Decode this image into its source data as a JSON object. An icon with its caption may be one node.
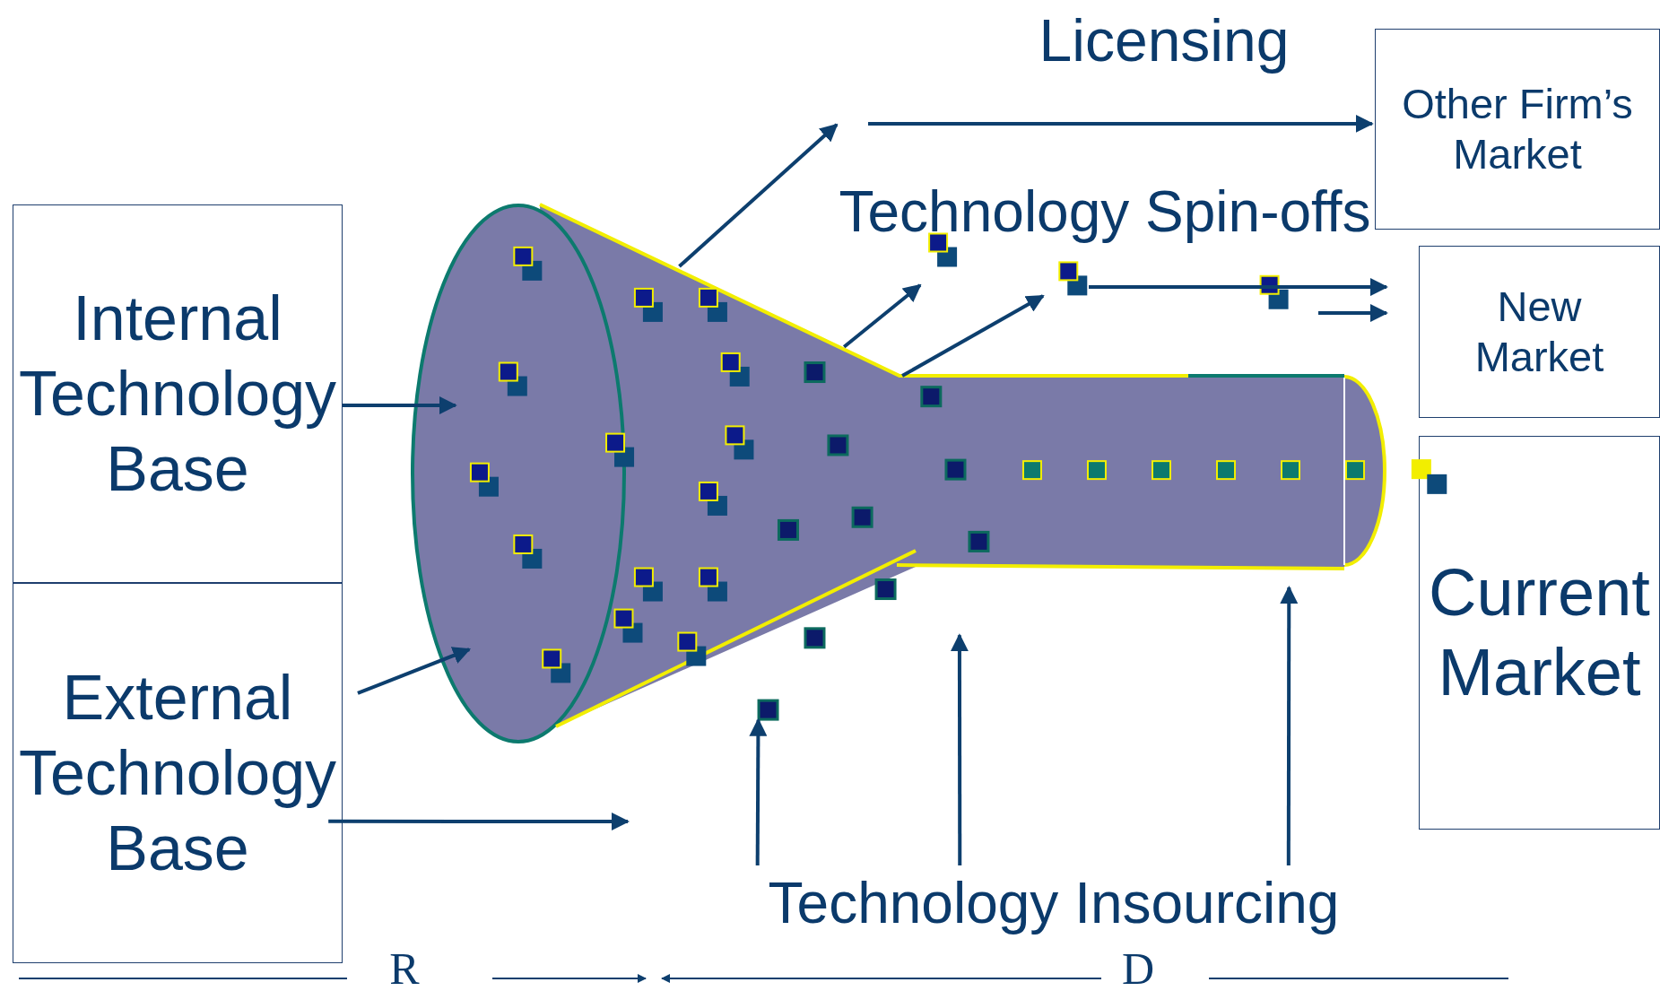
{
  "diagram": {
    "nodes": [
      {
        "text": [
          "Internal Technology Base"
        ]
      },
      {
        "text": [
          "External Technology Base"
        ]
      },
      {
        "text": [],
        "shape": "funnel"
      },
      {
        "text": [
          "Other Firm’s Market"
        ]
      },
      {
        "text": [
          "New Market"
        ]
      },
      {
        "text": [
          "Current Market"
        ]
      },
      {
        "text": [
          "Technology Insourcing"
        ]
      }
    ],
    "edges": [
      {
        "from": 0,
        "to": 2,
        "arrow": "to"
      },
      {
        "from": 1,
        "to": 2,
        "arrow": "to"
      },
      {
        "from": 1,
        "to": null,
        "arrow": "to"
      },
      {
        "from": 2,
        "to": null,
        "arrow": "to"
      },
      {
        "from": null,
        "to": 3,
        "arrow": "to"
      },
      {
        "from": 2,
        "to": null,
        "arrow": "to"
      },
      {
        "from": 2,
        "to": null,
        "arrow": "to"
      },
      {
        "from": null,
        "to": 4,
        "arrow": "to"
      },
      {
        "from": null,
        "to": 4,
        "arrow": "to"
      },
      {
        "from": 6,
        "to": 2,
        "arrow": "to"
      },
      {
        "from": 6,
        "to": 2,
        "arrow": "to"
      },
      {
        "from": 6,
        "to": 2,
        "arrow": "to"
      }
    ],
    "labels": [
      "Licensing",
      "Technology Spin-offs",
      "R",
      "D"
    ]
  }
}
